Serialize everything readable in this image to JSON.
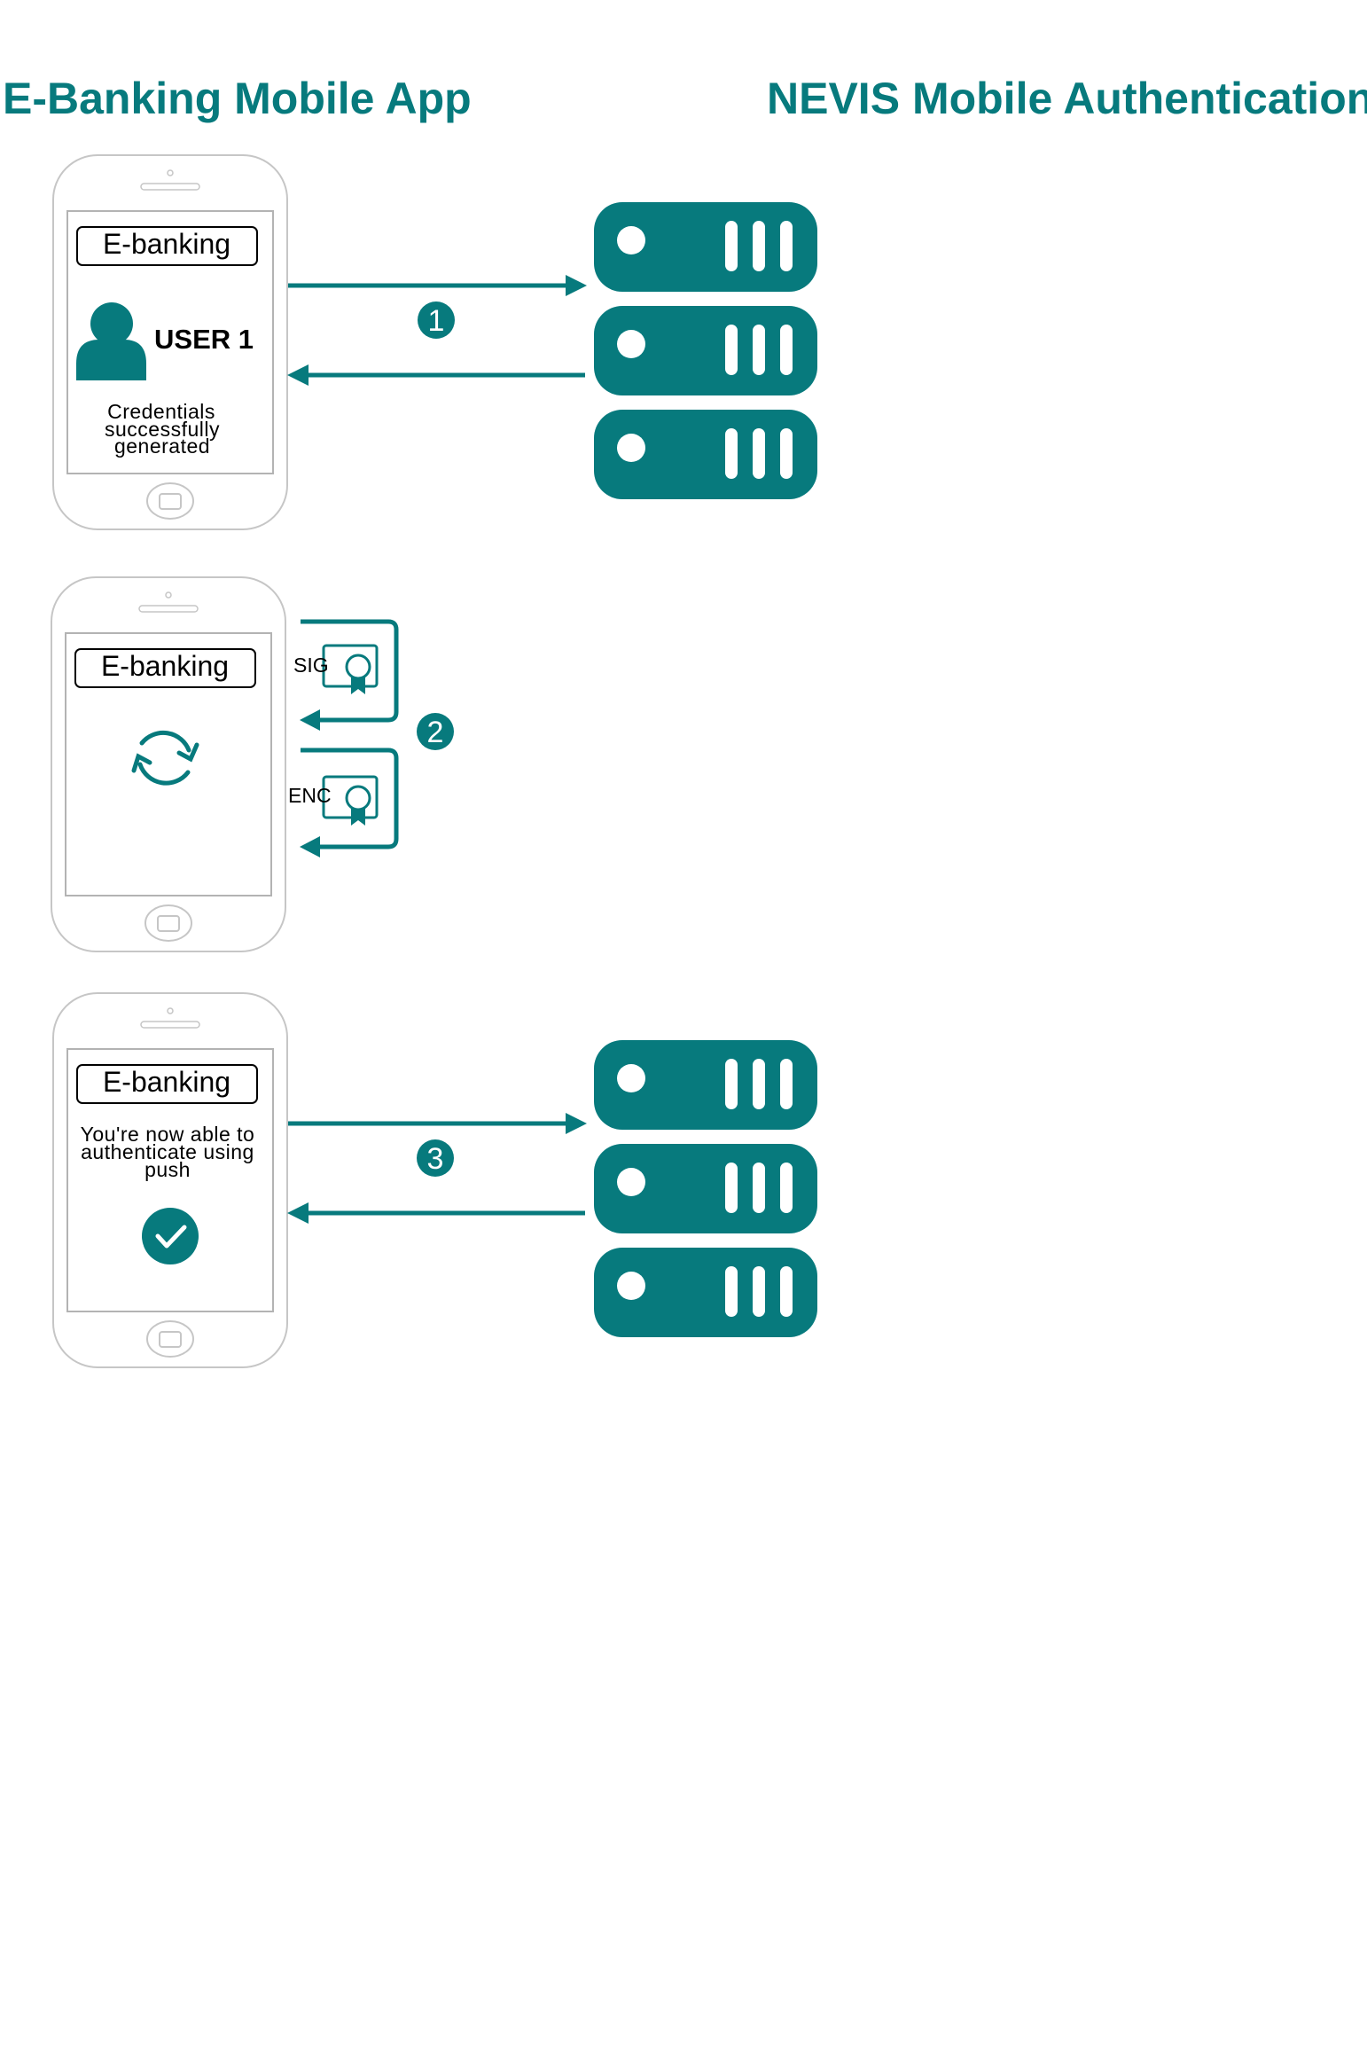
{
  "colors": {
    "accent": "#077a7d",
    "phone_outline": "#c6c6c6",
    "screen_outline": "#b3b3b3",
    "text": "#000000",
    "background": "#ffffff"
  },
  "header": {
    "left_title": "E-Banking Mobile App",
    "right_title": "NEVIS Mobile Authentication"
  },
  "phones": [
    {
      "app_title": "E-banking",
      "user_label": "USER 1",
      "message_lines": [
        "Credentials",
        "successfully",
        "generated"
      ],
      "icon": "user-icon"
    },
    {
      "app_title": "E-banking",
      "icon": "refresh-icon"
    },
    {
      "app_title": "E-banking",
      "message_lines": [
        "You're now able to",
        "authenticate using",
        "push"
      ],
      "icon": "check-circle-icon"
    }
  ],
  "steps": [
    "1",
    "2",
    "3"
  ],
  "certificates": [
    {
      "label": "SIG",
      "icon": "certificate-icon"
    },
    {
      "label": "ENC",
      "icon": "certificate-icon"
    }
  ],
  "server_icon": "server-stack-icon"
}
